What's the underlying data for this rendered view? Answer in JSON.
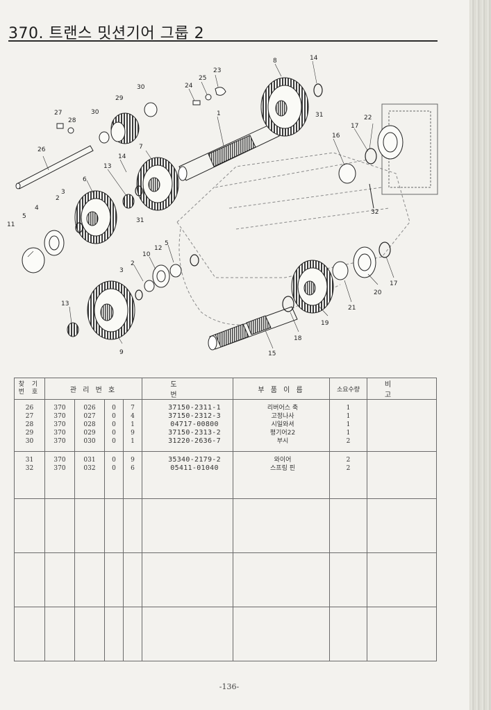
{
  "page": {
    "title": "370. 트랜스 밋션기어 그룹 2",
    "page_number": "-136-"
  },
  "diagram": {
    "callouts": [
      "1",
      "2",
      "2",
      "3",
      "3",
      "4",
      "5",
      "5",
      "6",
      "7",
      "8",
      "9",
      "10",
      "11",
      "12",
      "13",
      "13",
      "14",
      "14",
      "15",
      "16",
      "17",
      "17",
      "18",
      "19",
      "20",
      "21",
      "22",
      "23",
      "24",
      "25",
      "26",
      "27",
      "28",
      "29",
      "30",
      "30",
      "31",
      "31",
      "32"
    ]
  },
  "table": {
    "headers": {
      "find_no_top": "찾 기",
      "find_no_bottom": "번 호",
      "control_no": "관 리 번 호",
      "drawing_no": "도 번",
      "part_name": "부 품 이 름",
      "qty": "소요수량",
      "remarks": "비 고"
    },
    "rows": [
      {
        "find": "26",
        "c1": "370",
        "c2": "026",
        "c3": "0",
        "c4": "7",
        "part_no": "37150-2311-1",
        "name": "리버어스 축",
        "qty": "1"
      },
      {
        "find": "27",
        "c1": "370",
        "c2": "027",
        "c3": "0",
        "c4": "4",
        "part_no": "37150-2312-3",
        "name": "고정나사",
        "qty": "1"
      },
      {
        "find": "28",
        "c1": "370",
        "c2": "028",
        "c3": "0",
        "c4": "1",
        "part_no": "04717-00800",
        "name": "시일와셔",
        "qty": "1"
      },
      {
        "find": "29",
        "c1": "370",
        "c2": "029",
        "c3": "0",
        "c4": "9",
        "part_no": "37150-2313-2",
        "name": "평기어22",
        "qty": "1"
      },
      {
        "find": "30",
        "c1": "370",
        "c2": "030",
        "c3": "0",
        "c4": "1",
        "part_no": "31220-2636-7",
        "name": "부시",
        "qty": "2"
      },
      {
        "find": "31",
        "c1": "370",
        "c2": "031",
        "c3": "0",
        "c4": "9",
        "part_no": "35340-2179-2",
        "name": "와이어",
        "qty": "2"
      },
      {
        "find": "32",
        "c1": "370",
        "c2": "032",
        "c3": "0",
        "c4": "6",
        "part_no": "05411-01040",
        "name": "스프링 핀",
        "qty": "2"
      }
    ]
  }
}
